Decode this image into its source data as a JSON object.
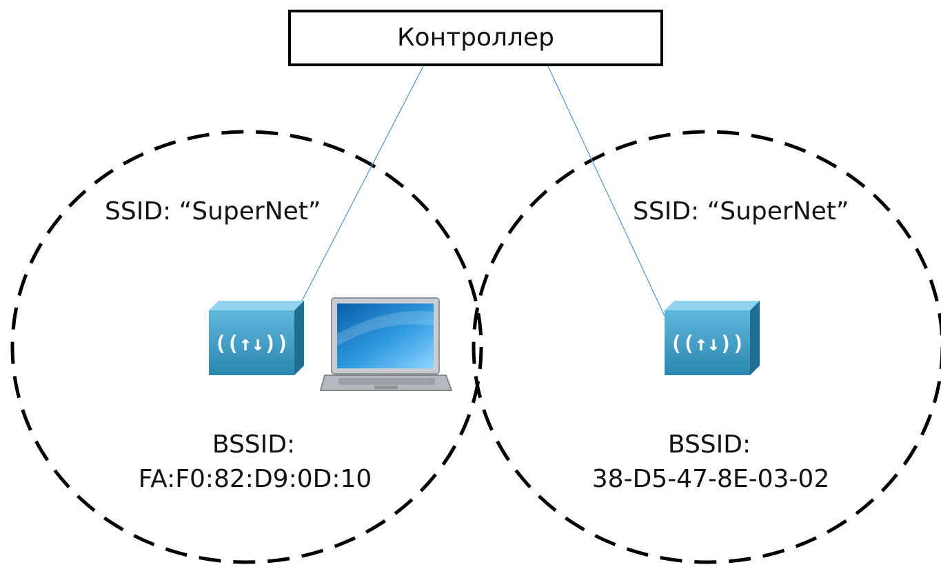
{
  "controller": {
    "label": "Контроллер"
  },
  "cells": [
    {
      "ssid_text": "SSID: “SuperNet”",
      "bssid_label": "BSSID:",
      "bssid_value": "FA:F0:82:D9:0D:10"
    },
    {
      "ssid_text": "SSID: “SuperNet”",
      "bssid_label": "BSSID:",
      "bssid_value": "38-D5-47-8E-03-02"
    }
  ],
  "colors": {
    "link_line": "#5b9bd5",
    "ap_body": "#3a9cc4",
    "ap_top": "#7fcbe6",
    "ap_side": "#1f6f93",
    "cell_outline": "#000000"
  },
  "icons": [
    "access-point-icon",
    "laptop-icon"
  ]
}
